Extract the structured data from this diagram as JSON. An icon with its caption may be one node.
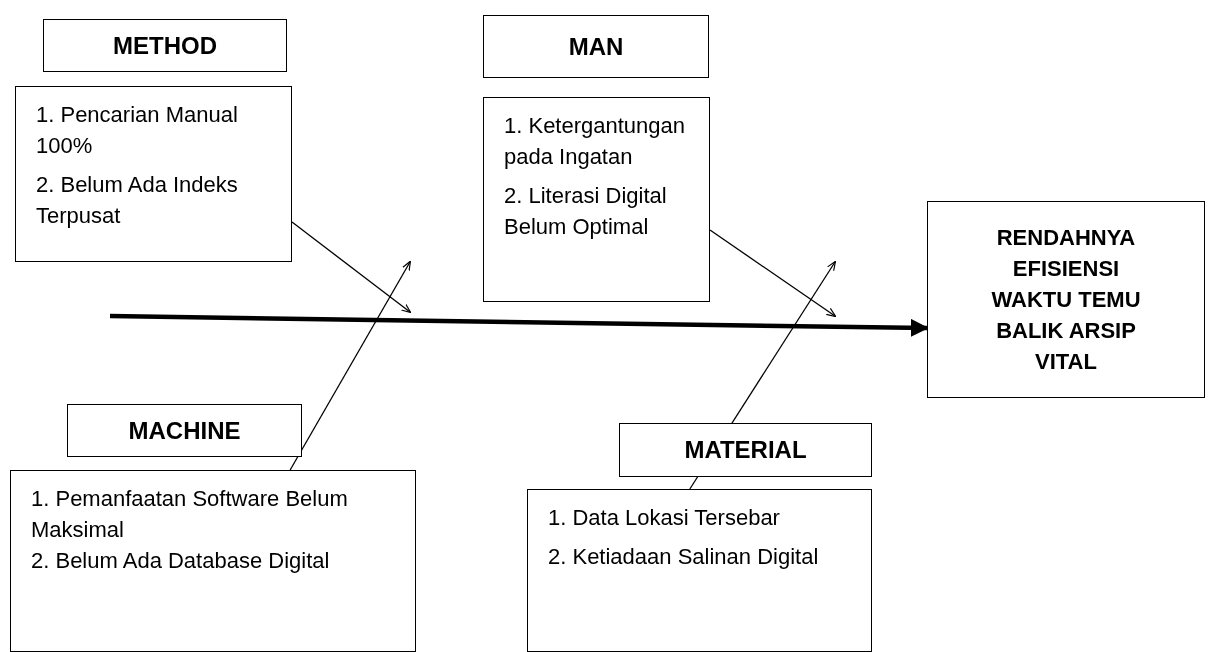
{
  "diagram": {
    "nodes": [
      {
        "text": [
          "METHOD"
        ]
      },
      {
        "text": [
          "1. Pencarian Manual 100%",
          "2. Belum Ada Indeks Terpusat"
        ]
      },
      {
        "text": [
          "MAN"
        ]
      },
      {
        "text": [
          "1. Ketergantungan pada Ingatan",
          "2. Literasi Digital Belum Optimal"
        ]
      },
      {
        "text": [
          "RENDAHNYA EFISIENSI WAKTU TEMU BALIK ARSIP VITAL"
        ]
      },
      {
        "text": [
          "MACHINE"
        ]
      },
      {
        "text": [
          "1. Pemanfaatan Software Belum Maksimal",
          "2. Belum Ada Database Digital"
        ]
      },
      {
        "text": [
          "MATERIAL"
        ]
      },
      {
        "text": [
          "1. Data Lokasi Tersebar",
          "2. Ketiadaan Salinan Digital"
        ]
      }
    ],
    "edges": [
      {
        "from": null,
        "to": 4,
        "arrow": "to",
        "style": "thick"
      },
      {
        "from": 1,
        "to": null,
        "arrow": "to"
      },
      {
        "from": 3,
        "to": null,
        "arrow": "to"
      },
      {
        "from": 6,
        "to": null,
        "arrow": "to"
      },
      {
        "from": 8,
        "to": null,
        "arrow": "to"
      }
    ]
  }
}
